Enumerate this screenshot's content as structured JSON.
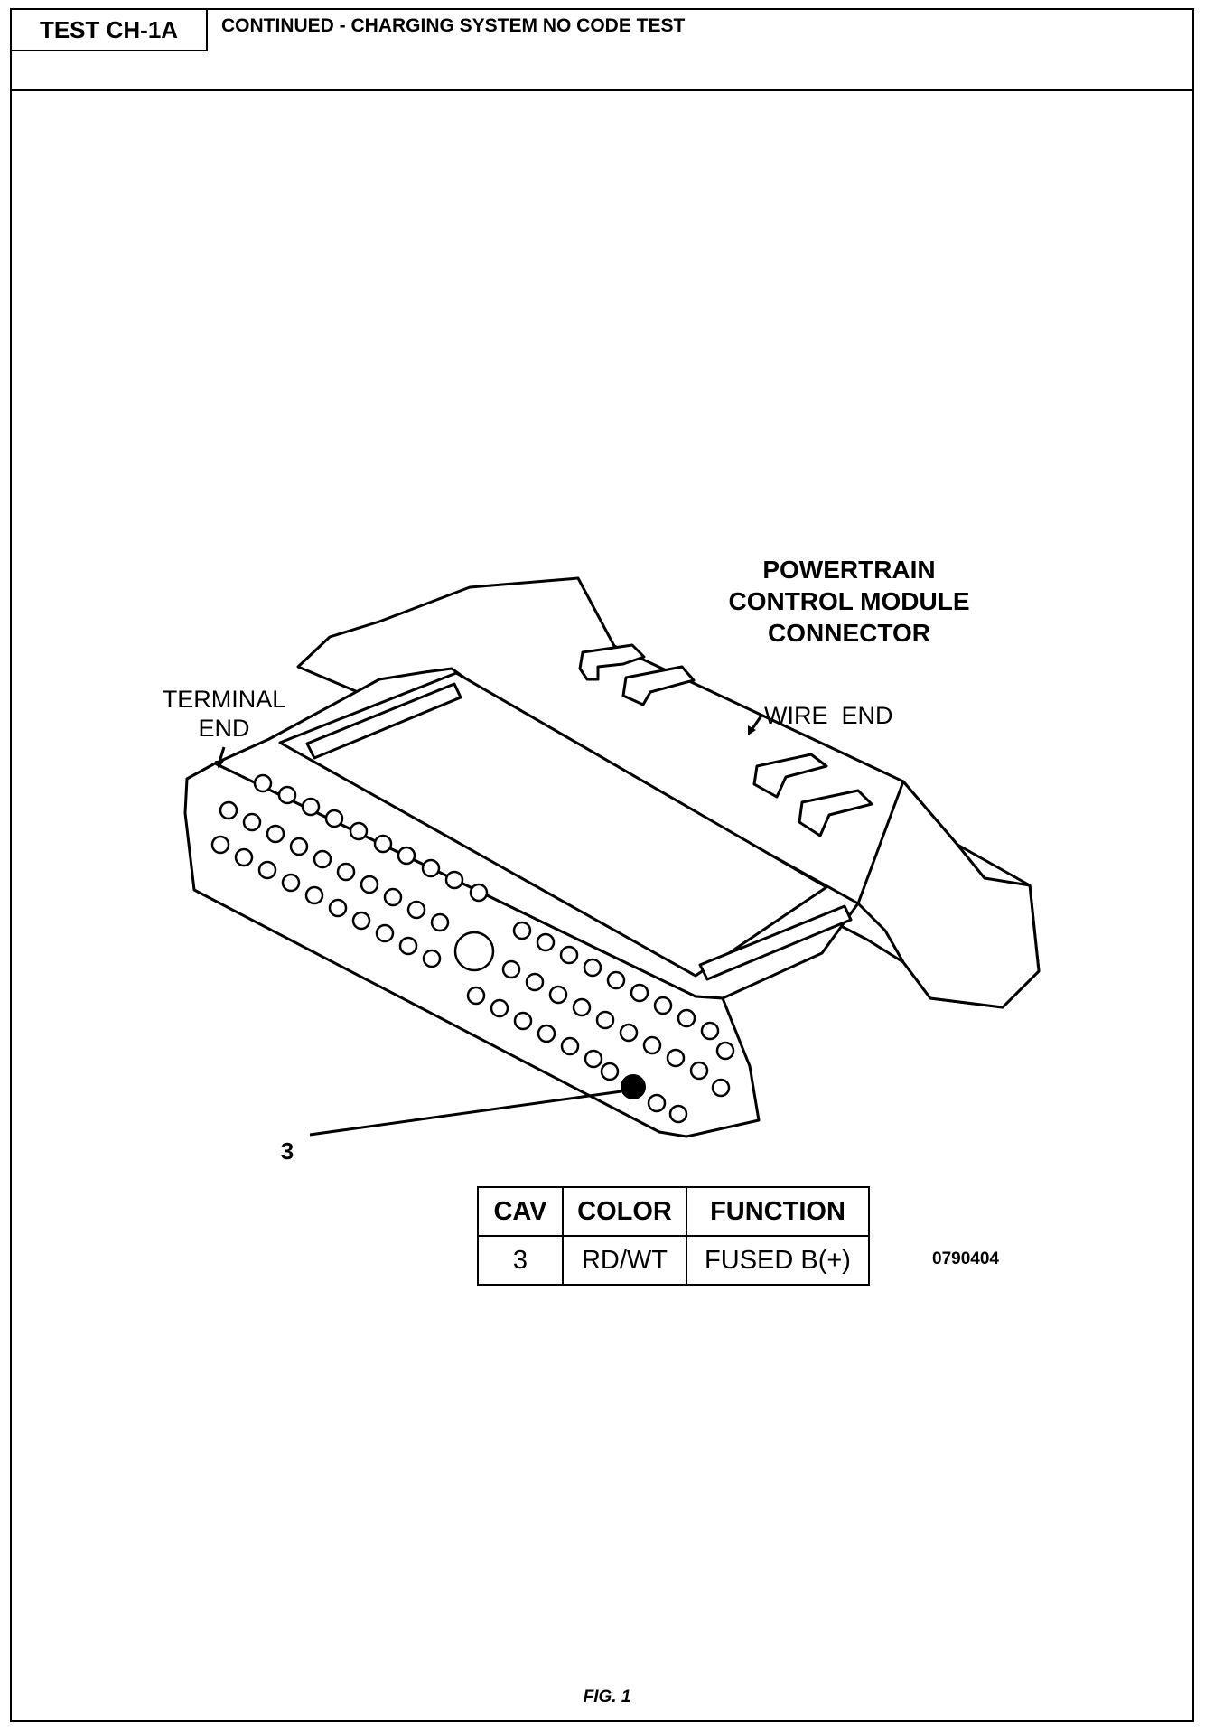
{
  "header": {
    "test_id": "TEST CH-1A",
    "title": "CONTINUED -  CHARGING SYSTEM NO CODE TEST"
  },
  "diagram": {
    "component_label": [
      "POWERTRAIN",
      "CONTROL MODULE",
      "CONNECTOR"
    ],
    "terminal_end_label": [
      "TERMINAL",
      "END"
    ],
    "wire_end_label": "WIRE  END",
    "callout": "3",
    "highlighted_cavity": 3
  },
  "table": {
    "headers": [
      "CAV",
      "COLOR",
      "FUNCTION"
    ],
    "rows": [
      [
        "3",
        "RD/WT",
        "FUSED B(+)"
      ]
    ]
  },
  "figure_code": "0790404",
  "figure_label": "FIG. 1"
}
